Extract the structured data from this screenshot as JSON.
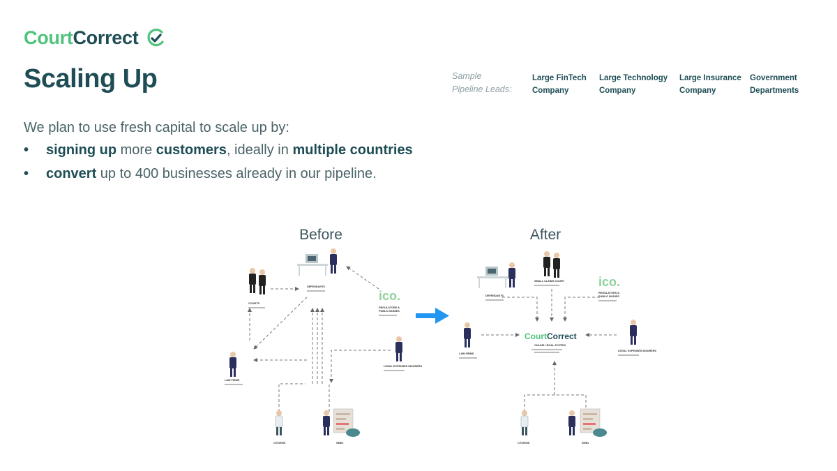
{
  "brand": {
    "part1": "Court",
    "part2": "Correct"
  },
  "slide": {
    "title": "Scaling Up"
  },
  "pipeline": {
    "label_line1": "Sample",
    "label_line2": "Pipeline Leads:",
    "leads": [
      {
        "line1": "Large FinTech",
        "line2": "Company"
      },
      {
        "line1": "Large Technology",
        "line2": "Company"
      },
      {
        "line1": "Large Insurance",
        "line2": "Company"
      },
      {
        "line1": "Government",
        "line2": "Departments"
      }
    ]
  },
  "content": {
    "intro": "We plan to use fresh capital to scale up by:",
    "bullet1": {
      "b1": "signing up",
      "t1": " more ",
      "b2": "customers",
      "t2": ", ideally in ",
      "b3": "multiple countries"
    },
    "bullet2": {
      "b1": "convert",
      "t1": " up to 400 businesses already in our pipeline."
    }
  },
  "diagram": {
    "before_label": "Before",
    "after_label": "After",
    "ico_label": "ico.",
    "before_nodes": {
      "courts": "COURTS",
      "defendants": "DEFENDANTS",
      "regulators": "REGULATORS &",
      "public_bodies": "PUBLIC BODIES",
      "law_firms": "LAW FIRMS",
      "legal_expenses": "LEGAL EXPENSES INSURERS",
      "citizens": "CITIZENS",
      "smes": "SMEs"
    },
    "after_nodes": {
      "defendants": "DEFENDANTS",
      "small_claims": "SMALL CLAIMS COURT",
      "regulators": "REGULATORS &",
      "public_bodies": "PUBLIC BODIES",
      "law_firms": "LAW FIRMS",
      "legal_expenses": "LEGAL EXPENSES INSURERS",
      "online_system": "ONLINE LEGAL SYSTEM",
      "citizens": "CITIZENS",
      "smes": "SMEs"
    },
    "colors": {
      "brand_green": "#4fc37c",
      "brand_dark": "#1e4d55",
      "arrow_blue": "#2196f3",
      "ico_green": "#8fd19e"
    }
  }
}
